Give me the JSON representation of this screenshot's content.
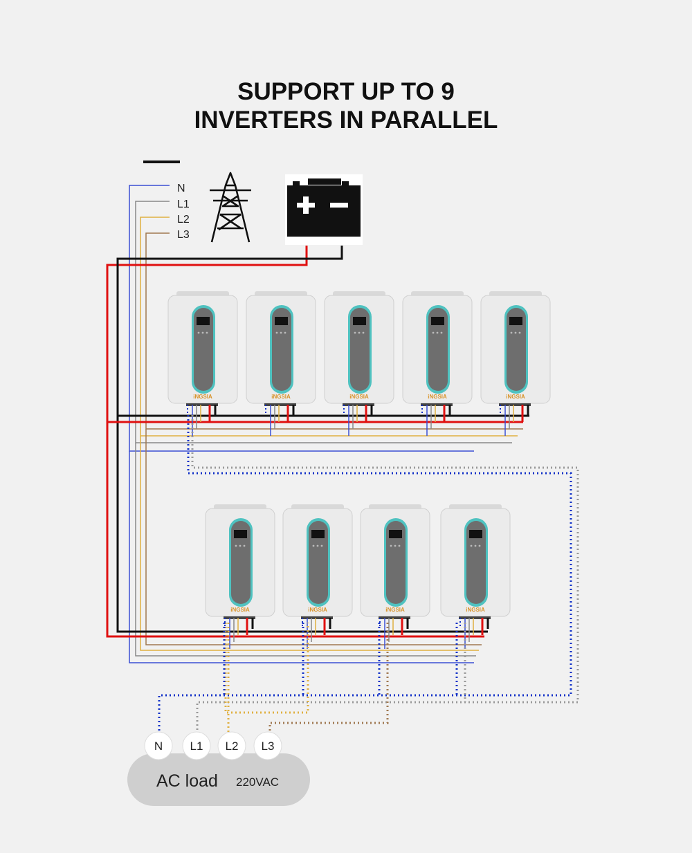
{
  "title": {
    "line1": "SUPPORT UP TO 9",
    "line2": "INVERTERS IN PARALLEL"
  },
  "grid": {
    "labels": [
      "N",
      "L1",
      "L2",
      "L3"
    ]
  },
  "inverters": {
    "count": 9,
    "brand": "iNGSIA"
  },
  "ac_load": {
    "label": "AC load",
    "voltage": "220VAC",
    "terminals": [
      "N",
      "L1",
      "L2",
      "L3"
    ]
  },
  "colors": {
    "n": "#3b4fd4",
    "l1": "#888888",
    "l2": "#e0b040",
    "l3": "#a07850",
    "battery_positive": "#e01010",
    "battery_negative": "#111111",
    "comm_blue": "#1030c8",
    "comm_gray": "#999999",
    "inverter_body": "#ebebeb",
    "inverter_panel": "#6e6e6e",
    "inverter_accent": "#4fc2c0"
  },
  "icons": [
    "transmission-tower-icon",
    "battery-icon"
  ]
}
